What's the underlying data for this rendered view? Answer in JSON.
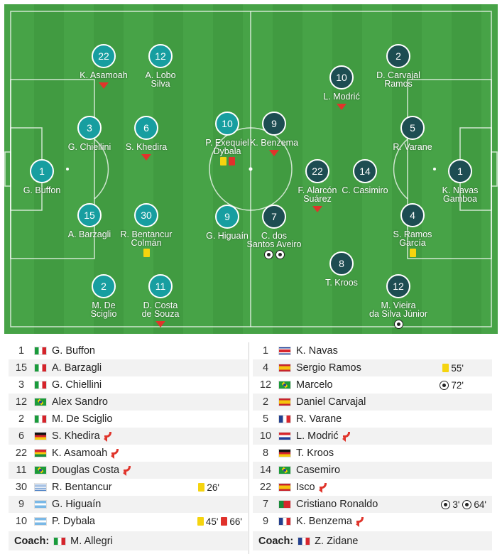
{
  "home": {
    "coach_label": "Coach:",
    "coach_name": "M. Allegri",
    "coach_flag": "it",
    "formation": [
      {
        "num": "1",
        "name": "G. Buffon",
        "marks": []
      },
      {
        "num": "15",
        "name": "A. Barzagli",
        "marks": []
      },
      {
        "num": "3",
        "name": "G. Chiellini",
        "marks": []
      },
      {
        "num": "2",
        "name": "M. De\nSciglio",
        "marks": []
      },
      {
        "num": "22",
        "name": "K. Asamoah",
        "marks": [
          "sub"
        ]
      },
      {
        "num": "6",
        "name": "S. Khedira",
        "marks": [
          "sub"
        ]
      },
      {
        "num": "30",
        "name": "R. Bentancur\nColmán",
        "marks": [
          "yellow"
        ]
      },
      {
        "num": "11",
        "name": "D. Costa\nde Souza",
        "marks": [
          "sub"
        ]
      },
      {
        "num": "12",
        "name": "A. Lobo\nSilva",
        "marks": []
      },
      {
        "num": "10",
        "name": "P. Exequiel\nDybala",
        "marks": [
          "yellow",
          "red"
        ]
      },
      {
        "num": "9",
        "name": "G. Higuaín",
        "marks": []
      }
    ],
    "list": [
      {
        "num": "1",
        "flag": "it",
        "name": "G. Buffon",
        "sub": false,
        "events": []
      },
      {
        "num": "15",
        "flag": "it",
        "name": "A. Barzagli",
        "sub": false,
        "events": []
      },
      {
        "num": "3",
        "flag": "it",
        "name": "G. Chiellini",
        "sub": false,
        "events": []
      },
      {
        "num": "12",
        "flag": "br",
        "name": "Alex Sandro",
        "sub": false,
        "events": []
      },
      {
        "num": "2",
        "flag": "it",
        "name": "M. De Sciglio",
        "sub": false,
        "events": []
      },
      {
        "num": "6",
        "flag": "de",
        "name": "S. Khedira",
        "sub": true,
        "events": []
      },
      {
        "num": "22",
        "flag": "gh",
        "name": "K. Asamoah",
        "sub": true,
        "events": []
      },
      {
        "num": "11",
        "flag": "br",
        "name": "Douglas Costa",
        "sub": true,
        "events": []
      },
      {
        "num": "30",
        "flag": "uy",
        "name": "R. Bentancur",
        "sub": false,
        "events": [
          {
            "type": "yellow",
            "minute": "26'"
          }
        ]
      },
      {
        "num": "9",
        "flag": "ar",
        "name": "G. Higuaín",
        "sub": false,
        "events": []
      },
      {
        "num": "10",
        "flag": "ar",
        "name": "P. Dybala",
        "sub": false,
        "events": [
          {
            "type": "yellow",
            "minute": "45'"
          },
          {
            "type": "red",
            "minute": "66'"
          }
        ]
      }
    ]
  },
  "away": {
    "coach_label": "Coach:",
    "coach_name": "Z. Zidane",
    "coach_flag": "fr",
    "formation": [
      {
        "num": "1",
        "name": "K. Navas\nGamboa",
        "marks": []
      },
      {
        "num": "2",
        "name": "D. Carvajal\nRamos",
        "marks": []
      },
      {
        "num": "5",
        "name": "R. Varane",
        "marks": []
      },
      {
        "num": "4",
        "name": "S. Ramos\nGarcía",
        "marks": [
          "yellow"
        ]
      },
      {
        "num": "12",
        "name": "M. Vieira\nda Silva Júnior",
        "marks": [
          "goal"
        ]
      },
      {
        "num": "10",
        "name": "L. Modrić",
        "marks": [
          "sub"
        ]
      },
      {
        "num": "14",
        "name": "C. Casimiro",
        "marks": []
      },
      {
        "num": "22",
        "name": "F. Alarcón\nSuárez",
        "marks": [
          "sub"
        ]
      },
      {
        "num": "8",
        "name": "T. Kroos",
        "marks": []
      },
      {
        "num": "9",
        "name": "K. Benzema",
        "marks": [
          "sub"
        ]
      },
      {
        "num": "7",
        "name": "C. dos\nSantos Aveiro",
        "marks": [
          "goal",
          "goal"
        ]
      }
    ],
    "list": [
      {
        "num": "1",
        "flag": "cr",
        "name": "K. Navas",
        "sub": false,
        "events": []
      },
      {
        "num": "4",
        "flag": "es",
        "name": "Sergio Ramos",
        "sub": false,
        "events": [
          {
            "type": "yellow",
            "minute": "55'"
          }
        ]
      },
      {
        "num": "12",
        "flag": "br",
        "name": "Marcelo",
        "sub": false,
        "events": [
          {
            "type": "goal",
            "minute": "72'"
          }
        ]
      },
      {
        "num": "2",
        "flag": "es",
        "name": "Daniel Carvajal",
        "sub": false,
        "events": []
      },
      {
        "num": "5",
        "flag": "fr",
        "name": "R. Varane",
        "sub": false,
        "events": []
      },
      {
        "num": "10",
        "flag": "hr",
        "name": "L. Modrić",
        "sub": true,
        "events": []
      },
      {
        "num": "8",
        "flag": "de",
        "name": "T. Kroos",
        "sub": false,
        "events": []
      },
      {
        "num": "14",
        "flag": "br",
        "name": "Casemiro",
        "sub": false,
        "events": []
      },
      {
        "num": "22",
        "flag": "es",
        "name": "Isco",
        "sub": true,
        "events": []
      },
      {
        "num": "7",
        "flag": "pt",
        "name": "Cristiano Ronaldo",
        "sub": false,
        "events": [
          {
            "type": "goal",
            "minute": "3'"
          },
          {
            "type": "goal",
            "minute": "64'"
          }
        ]
      },
      {
        "num": "9",
        "flag": "fr",
        "name": "K. Benzema",
        "sub": true,
        "events": []
      }
    ]
  },
  "colors": {
    "pitch": "#47a347",
    "home_disc": "#179ea0",
    "away_disc": "#1d4d52",
    "sub_marker": "#e0342b",
    "yellow_card": "#f5d40f",
    "red_card": "#e0312b"
  }
}
